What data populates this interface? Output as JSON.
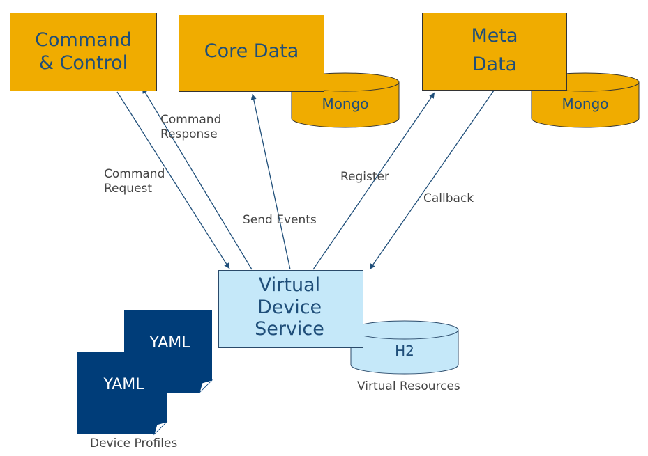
{
  "services": {
    "command_control": "Command\n& Control",
    "core_data": "Core Data",
    "meta_data": "Meta\nData",
    "virtual_device": "Virtual\nDevice\nService"
  },
  "databases": {
    "core_db": "Mongo",
    "meta_db": "Mongo",
    "virtual_db": "H2"
  },
  "links": {
    "command_response": "Command\nResponse",
    "command_request": "Command\nRequest",
    "send_events": "Send Events",
    "register": "Register",
    "callback": "Callback"
  },
  "files": {
    "yaml_back": "YAML",
    "yaml_front": "YAML"
  },
  "captions": {
    "virtual_resources": "Virtual Resources",
    "device_profiles": "Device Profiles"
  },
  "colors": {
    "service_fill": "#f0ac00",
    "device_fill": "#c5e8f9",
    "yaml_fill": "#003d79",
    "arrow": "#1f4e79"
  }
}
